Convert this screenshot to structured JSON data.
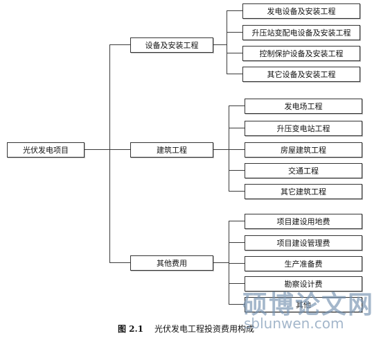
{
  "diagram": {
    "root": {
      "label": "光伏发电项目",
      "children": [
        {
          "label": "设备及安装工程",
          "children": [
            {
              "label": "发电设备及安装工程"
            },
            {
              "label": "升压站变配电设备及安装工程"
            },
            {
              "label": "控制保护设备及安装工程"
            },
            {
              "label": "其它设备及安装工程"
            }
          ]
        },
        {
          "label": "建筑工程",
          "children": [
            {
              "label": "发电场工程"
            },
            {
              "label": "升压变电站工程"
            },
            {
              "label": "房屋建筑工程"
            },
            {
              "label": "交通工程"
            },
            {
              "label": "其它建筑工程"
            }
          ]
        },
        {
          "label": "其他费用",
          "children": [
            {
              "label": "项目建设用地费"
            },
            {
              "label": "项目建设管理费"
            },
            {
              "label": "生产准备费"
            },
            {
              "label": "勘察设计费"
            },
            {
              "label": "其他"
            }
          ]
        }
      ]
    }
  },
  "caption": {
    "number": "图 2.1",
    "text": "光伏发电工程投资费用构成"
  },
  "watermark": {
    "logo_text": "硕博论文网",
    "site": "sblunwen.com"
  }
}
